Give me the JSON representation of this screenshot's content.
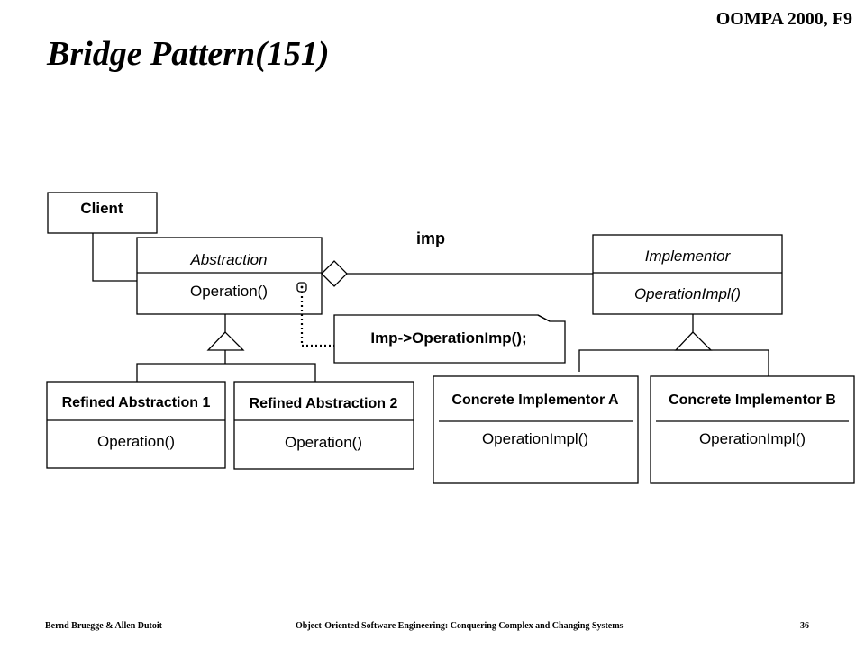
{
  "header": {
    "course_tag": "OOMPA 2000, F9",
    "title": "Bridge Pattern(151)"
  },
  "diagram": {
    "association_label": "imp",
    "note_text": "Imp->OperationImp();",
    "classes": {
      "client": {
        "name": "Client"
      },
      "abstraction": {
        "name": "Abstraction",
        "operation": "Operation()"
      },
      "implementor": {
        "name": "Implementor",
        "operation": "OperationImpl()"
      },
      "refined_1": {
        "name": "Refined Abstraction 1",
        "operation": "Operation()"
      },
      "refined_2": {
        "name": "Refined Abstraction 2",
        "operation": "Operation()"
      },
      "concrete_a": {
        "name": "Concrete Implementor A",
        "operation": "OperationImpl()"
      },
      "concrete_b": {
        "name": "Concrete Implementor B",
        "operation": "OperationImpl()"
      }
    }
  },
  "footer": {
    "authors": "Bernd Bruegge & Allen Dutoit",
    "book": "Object-Oriented Software Engineering: Conquering Complex and Changing Systems",
    "page": "36"
  }
}
